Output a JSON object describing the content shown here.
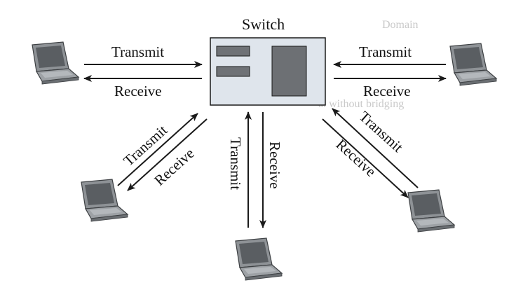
{
  "diagram": {
    "switch_label": "Switch",
    "transmit_label": "Transmit",
    "receive_label": "Receive"
  },
  "background_text": {
    "domain": "Domain",
    "without_bridging": "a. without bridging"
  },
  "colors": {
    "switch_fill": "#dfe5ec",
    "switch_port": "#6f7276",
    "switch_block": "#6d7074",
    "laptop_body": "#8e9296",
    "laptop_screen": "#5a5e62",
    "laptop_keys": "#b4b8bc",
    "ghost_text": "#c9c9c9"
  },
  "icons": {
    "laptop": "laptop-icon",
    "switch": "network-switch-icon"
  }
}
